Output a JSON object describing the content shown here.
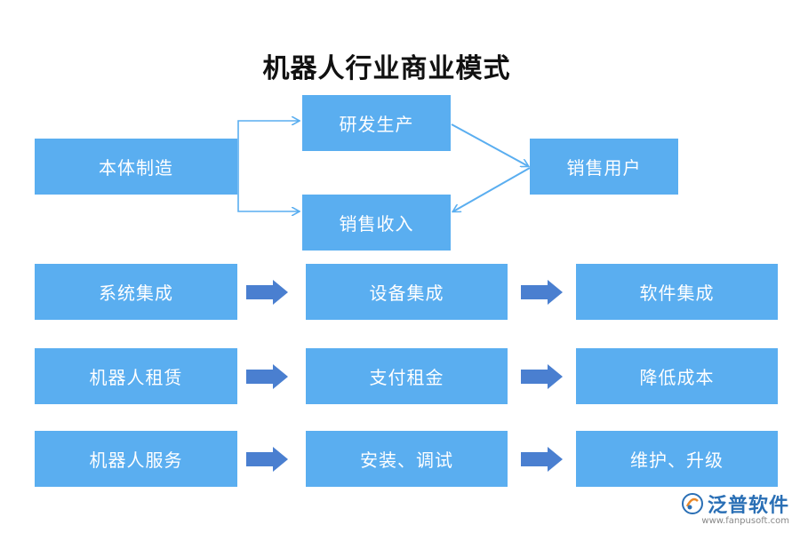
{
  "title": "机器人行业商业模式",
  "colors": {
    "box": "#5aaef0",
    "thin_arrow": "#5aaef0",
    "block_arrow": "#4a7fd0",
    "logo": "#2a6fb5"
  },
  "top_section": {
    "source": "本体制造",
    "upper": "研发生产",
    "lower": "销售收入",
    "right": "销售用户"
  },
  "rows": [
    {
      "a": "系统集成",
      "b": "设备集成",
      "c": "软件集成"
    },
    {
      "a": "机器人租赁",
      "b": "支付租金",
      "c": "降低成本"
    },
    {
      "a": "机器人服务",
      "b": "安装、调试",
      "c": "维护、升级"
    }
  ],
  "logo": {
    "name": "泛普软件",
    "url": "www.fanpusoft.com",
    "icon": "fanpu-logo-icon"
  }
}
